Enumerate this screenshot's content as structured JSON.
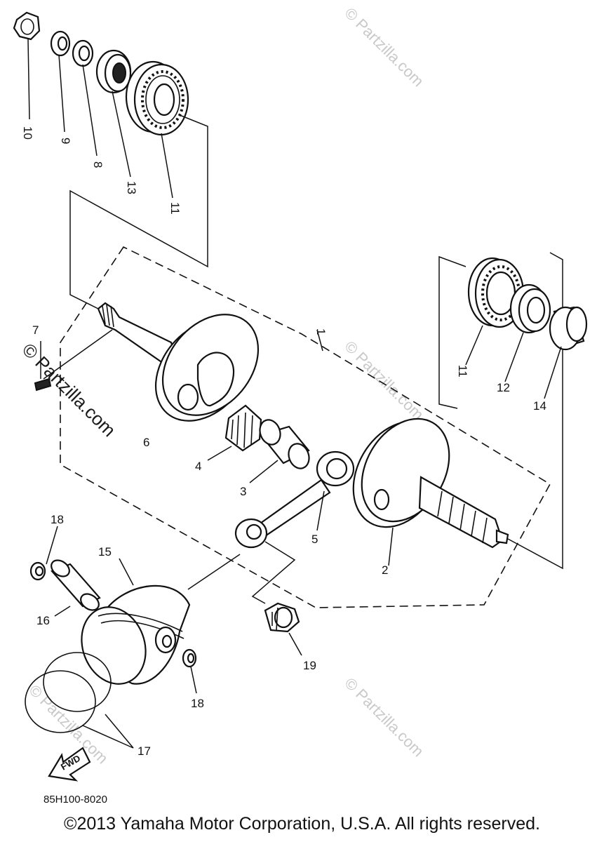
{
  "diagram": {
    "part_callouts": [
      "10",
      "9",
      "8",
      "13",
      "11",
      "7",
      "1",
      "11",
      "12",
      "14",
      "6",
      "4",
      "3",
      "5",
      "2",
      "18",
      "15",
      "16",
      "19",
      "18",
      "17"
    ],
    "drawing_code": "85H100-8020",
    "direction_label": "FWD",
    "watermark": "© Partzilla.com",
    "copyright": "©2013 Yamaha Motor Corporation, U.S.A. All rights reserved."
  }
}
